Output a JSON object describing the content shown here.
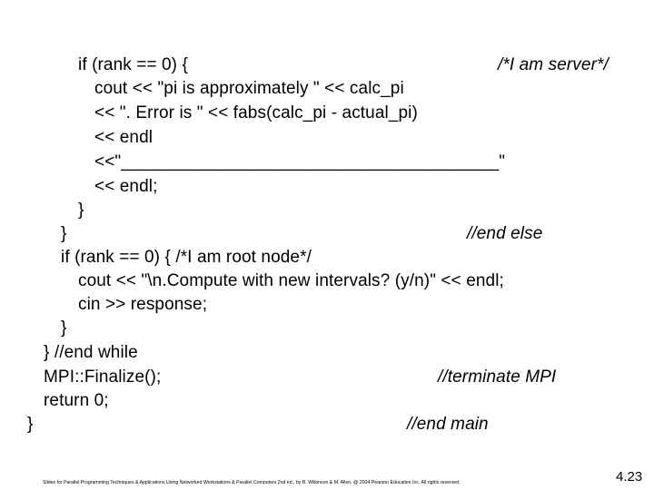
{
  "slide": {
    "code_lines": [
      "if (rank == 0) {",
      "cout << \"pi is approximately \" << calc_pi",
      "<< \". Error is \" << fabs(calc_pi - actual_pi)",
      "<< endl",
      "<<\"_______________________________________\"",
      "<< endl;",
      "}",
      "}",
      "if (rank == 0) { /*I am root node*/",
      "cout << \"\\n.Compute with new intervals? (y/n)\" << endl;",
      "cin >> response;",
      "}",
      "} //end while",
      "MPI::Finalize();",
      "return 0;",
      "}"
    ],
    "comments": {
      "server": "/*I am server*/",
      "end_else": "//end else",
      "terminate": "//terminate MPI",
      "end_main": "//end main"
    },
    "footer": "Slides for Parallel Programming Techniques & Applications Using Networked Workstations & Parallel Computers 2nd ed., by B. Wilkinson & M. Allen, @ 2004 Pearson Education Inc. All rights reserved.",
    "page_number": "4.23"
  }
}
